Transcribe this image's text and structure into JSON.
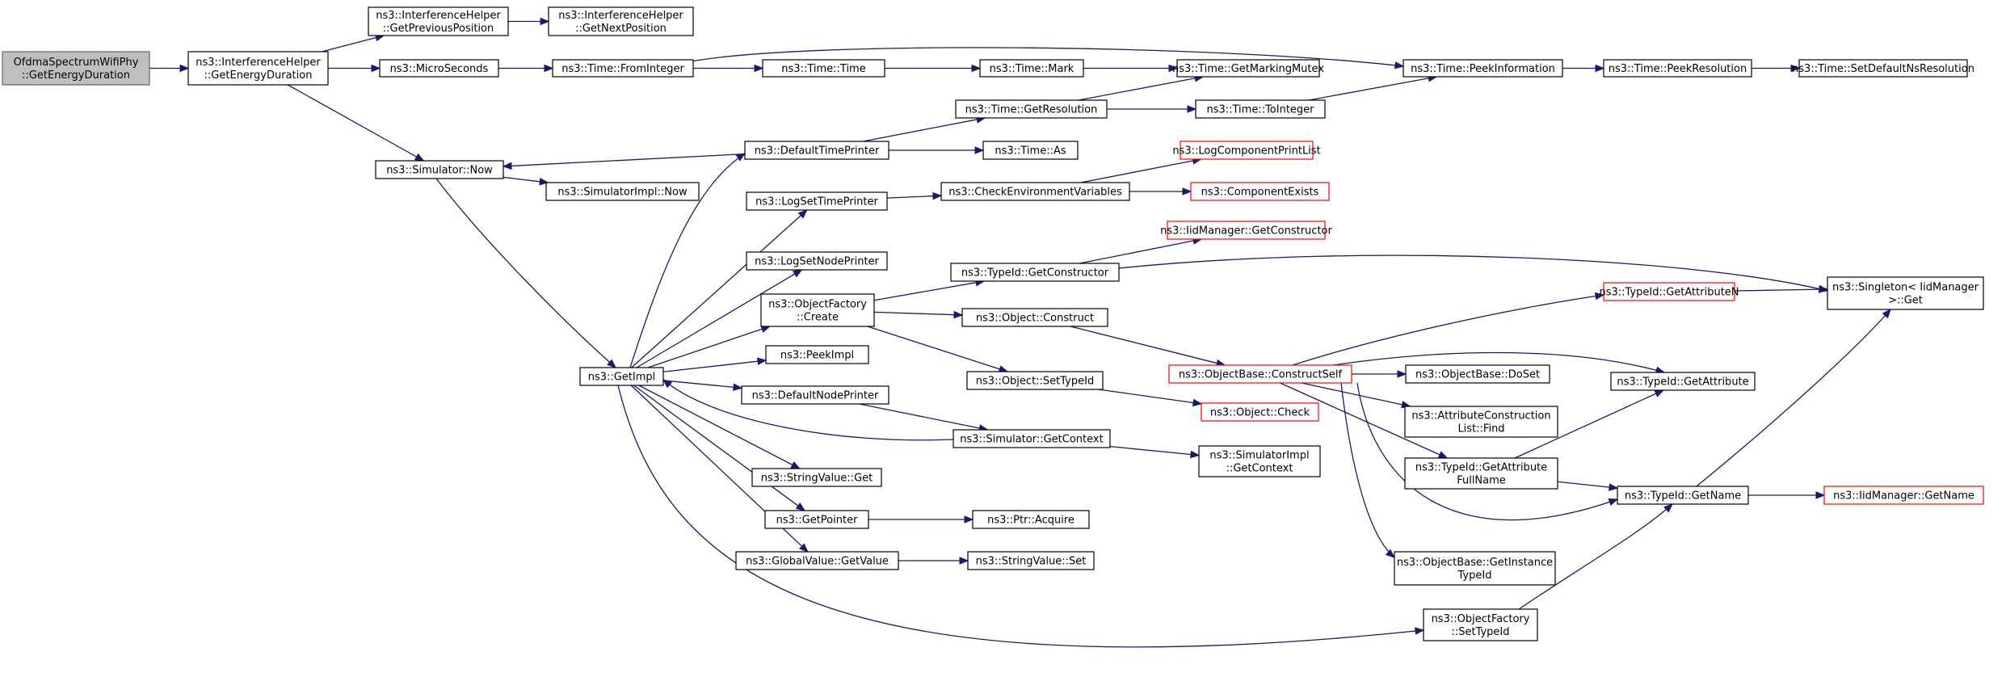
{
  "graph": {
    "nodes": [
      {
        "id": "root",
        "lines": [
          "OfdmaSpectrumWifiPhy",
          "::GetEnergyDuration"
        ],
        "kind": "root"
      },
      {
        "id": "ih_ged",
        "lines": [
          "ns3::InterferenceHelper",
          "::GetEnergyDuration"
        ],
        "kind": "normal"
      },
      {
        "id": "ih_gpp",
        "lines": [
          "ns3::InterferenceHelper",
          "::GetPreviousPosition"
        ],
        "kind": "normal"
      },
      {
        "id": "ih_gnp",
        "lines": [
          "ns3::InterferenceHelper",
          "::GetNextPosition"
        ],
        "kind": "normal"
      },
      {
        "id": "microsec",
        "lines": [
          "ns3::MicroSeconds"
        ],
        "kind": "normal"
      },
      {
        "id": "fromint",
        "lines": [
          "ns3::Time::FromInteger"
        ],
        "kind": "normal"
      },
      {
        "id": "time",
        "lines": [
          "ns3::Time::Time"
        ],
        "kind": "normal"
      },
      {
        "id": "mark",
        "lines": [
          "ns3::Time::Mark"
        ],
        "kind": "normal"
      },
      {
        "id": "gmm",
        "lines": [
          "ns3::Time::GetMarkingMutex"
        ],
        "kind": "normal"
      },
      {
        "id": "peekinfo",
        "lines": [
          "ns3::Time::PeekInformation"
        ],
        "kind": "normal"
      },
      {
        "id": "peekres",
        "lines": [
          "ns3::Time::PeekResolution"
        ],
        "kind": "normal"
      },
      {
        "id": "setdefns",
        "lines": [
          "ns3::Time::SetDefaultNsResolution"
        ],
        "kind": "normal"
      },
      {
        "id": "getres",
        "lines": [
          "ns3::Time::GetResolution"
        ],
        "kind": "normal"
      },
      {
        "id": "toint",
        "lines": [
          "ns3::Time::ToInteger"
        ],
        "kind": "normal"
      },
      {
        "id": "as",
        "lines": [
          "ns3::Time::As"
        ],
        "kind": "normal"
      },
      {
        "id": "simnow",
        "lines": [
          "ns3::Simulator::Now"
        ],
        "kind": "normal"
      },
      {
        "id": "simimplnow",
        "lines": [
          "ns3::SimulatorImpl::Now"
        ],
        "kind": "normal"
      },
      {
        "id": "deftp",
        "lines": [
          "ns3::DefaultTimePrinter"
        ],
        "kind": "normal"
      },
      {
        "id": "logcpl",
        "lines": [
          "ns3::LogComponentPrintList"
        ],
        "kind": "trunc"
      },
      {
        "id": "logstp",
        "lines": [
          "ns3::LogSetTimePrinter"
        ],
        "kind": "normal"
      },
      {
        "id": "checkenv",
        "lines": [
          "ns3::CheckEnvironmentVariables"
        ],
        "kind": "normal"
      },
      {
        "id": "compex",
        "lines": [
          "ns3::ComponentExists"
        ],
        "kind": "trunc"
      },
      {
        "id": "iid_getctor",
        "lines": [
          "ns3::IidManager::GetConstructor"
        ],
        "kind": "trunc"
      },
      {
        "id": "logsnp",
        "lines": [
          "ns3::LogSetNodePrinter"
        ],
        "kind": "normal"
      },
      {
        "id": "tid_getctor",
        "lines": [
          "ns3::TypeId::GetConstructor"
        ],
        "kind": "normal"
      },
      {
        "id": "singleton",
        "lines": [
          "ns3::Singleton< IidManager",
          " >::Get"
        ],
        "kind": "normal"
      },
      {
        "id": "of_create",
        "lines": [
          "ns3::ObjectFactory",
          "::Create"
        ],
        "kind": "normal"
      },
      {
        "id": "obj_construct",
        "lines": [
          "ns3::Object::Construct"
        ],
        "kind": "normal"
      },
      {
        "id": "tid_getattrn",
        "lines": [
          "ns3::TypeId::GetAttributeN"
        ],
        "kind": "trunc"
      },
      {
        "id": "peekimpl",
        "lines": [
          "ns3::PeekImpl"
        ],
        "kind": "normal"
      },
      {
        "id": "getimpl",
        "lines": [
          "ns3::GetImpl"
        ],
        "kind": "normal"
      },
      {
        "id": "obj_settid",
        "lines": [
          "ns3::Object::SetTypeId"
        ],
        "kind": "normal"
      },
      {
        "id": "ob_cself",
        "lines": [
          "ns3::ObjectBase::ConstructSelf"
        ],
        "kind": "trunc"
      },
      {
        "id": "ob_doset",
        "lines": [
          "ns3::ObjectBase::DoSet"
        ],
        "kind": "normal"
      },
      {
        "id": "tid_getattr",
        "lines": [
          "ns3::TypeId::GetAttribute"
        ],
        "kind": "normal"
      },
      {
        "id": "defnp",
        "lines": [
          "ns3::DefaultNodePrinter"
        ],
        "kind": "normal"
      },
      {
        "id": "obj_check",
        "lines": [
          "ns3::Object::Check"
        ],
        "kind": "trunc"
      },
      {
        "id": "acl_find",
        "lines": [
          "ns3::AttributeConstruction",
          "List::Find"
        ],
        "kind": "normal"
      },
      {
        "id": "sim_getctx",
        "lines": [
          "ns3::Simulator::GetContext"
        ],
        "kind": "normal"
      },
      {
        "id": "simimpl_getctx",
        "lines": [
          "ns3::SimulatorImpl",
          "::GetContext"
        ],
        "kind": "normal"
      },
      {
        "id": "tid_getattrfn",
        "lines": [
          "ns3::TypeId::GetAttribute",
          "FullName"
        ],
        "kind": "normal"
      },
      {
        "id": "tid_getname",
        "lines": [
          "ns3::TypeId::GetName"
        ],
        "kind": "normal"
      },
      {
        "id": "iid_getname",
        "lines": [
          "ns3::IidManager::GetName"
        ],
        "kind": "trunc"
      },
      {
        "id": "strval_get",
        "lines": [
          "ns3::StringValue::Get"
        ],
        "kind": "normal"
      },
      {
        "id": "getptr",
        "lines": [
          "ns3::GetPointer"
        ],
        "kind": "normal"
      },
      {
        "id": "ptr_acquire",
        "lines": [
          "ns3::Ptr::Acquire"
        ],
        "kind": "normal"
      },
      {
        "id": "gv_getvalue",
        "lines": [
          "ns3::GlobalValue::GetValue"
        ],
        "kind": "normal"
      },
      {
        "id": "strval_set",
        "lines": [
          "ns3::StringValue::Set"
        ],
        "kind": "normal"
      },
      {
        "id": "ob_getinsttid",
        "lines": [
          "ns3::ObjectBase::GetInstance",
          "TypeId"
        ],
        "kind": "normal"
      },
      {
        "id": "of_settid",
        "lines": [
          "ns3::ObjectFactory",
          "::SetTypeId"
        ],
        "kind": "normal"
      }
    ],
    "edges": [
      [
        "root",
        "ih_ged"
      ],
      [
        "ih_ged",
        "ih_gpp"
      ],
      [
        "ih_gpp",
        "ih_gnp"
      ],
      [
        "ih_ged",
        "microsec"
      ],
      [
        "ih_ged",
        "simnow"
      ],
      [
        "microsec",
        "fromint"
      ],
      [
        "fromint",
        "time"
      ],
      [
        "fromint",
        "peekinfo"
      ],
      [
        "time",
        "mark"
      ],
      [
        "mark",
        "gmm"
      ],
      [
        "peekinfo",
        "peekres"
      ],
      [
        "peekres",
        "setdefns"
      ],
      [
        "getres",
        "gmm"
      ],
      [
        "getres",
        "toint"
      ],
      [
        "toint",
        "peekinfo"
      ],
      [
        "deftp",
        "getres"
      ],
      [
        "deftp",
        "as"
      ],
      [
        "deftp",
        "simnow"
      ],
      [
        "simnow",
        "simimplnow"
      ],
      [
        "simnow",
        "getimpl"
      ],
      [
        "checkenv",
        "logcpl"
      ],
      [
        "checkenv",
        "compex"
      ],
      [
        "logstp",
        "checkenv"
      ],
      [
        "tid_getctor",
        "iid_getctor"
      ],
      [
        "tid_getctor",
        "singleton"
      ],
      [
        "of_create",
        "tid_getctor"
      ],
      [
        "of_create",
        "obj_construct"
      ],
      [
        "of_create",
        "obj_settid"
      ],
      [
        "obj_construct",
        "ob_cself"
      ],
      [
        "obj_settid",
        "obj_check"
      ],
      [
        "ob_cself",
        "tid_getattrn"
      ],
      [
        "ob_cself",
        "ob_doset"
      ],
      [
        "ob_cself",
        "tid_getattr"
      ],
      [
        "ob_cself",
        "acl_find"
      ],
      [
        "ob_cself",
        "tid_getattrfn"
      ],
      [
        "ob_cself",
        "tid_getname"
      ],
      [
        "ob_cself",
        "ob_getinsttid"
      ],
      [
        "tid_getattrn",
        "singleton"
      ],
      [
        "tid_getattrfn",
        "tid_getattr"
      ],
      [
        "tid_getattrfn",
        "tid_getname"
      ],
      [
        "tid_getname",
        "singleton"
      ],
      [
        "tid_getname",
        "iid_getname"
      ],
      [
        "getimpl",
        "deftp"
      ],
      [
        "getimpl",
        "logstp"
      ],
      [
        "getimpl",
        "logsnp"
      ],
      [
        "getimpl",
        "of_create"
      ],
      [
        "getimpl",
        "peekimpl"
      ],
      [
        "getimpl",
        "defnp"
      ],
      [
        "getimpl",
        "strval_get"
      ],
      [
        "getimpl",
        "getptr"
      ],
      [
        "getimpl",
        "gv_getvalue"
      ],
      [
        "getimpl",
        "of_settid"
      ],
      [
        "defnp",
        "sim_getctx"
      ],
      [
        "sim_getctx",
        "getimpl"
      ],
      [
        "sim_getctx",
        "simimpl_getctx"
      ],
      [
        "getptr",
        "ptr_acquire"
      ],
      [
        "gv_getvalue",
        "strval_set"
      ],
      [
        "of_settid",
        "tid_getname"
      ]
    ]
  },
  "colors": {
    "edge": "#191970",
    "node_border": "#000000",
    "truncated_border": "#ff0000",
    "root_fill": "#bfbfbf",
    "root_border": "#666666"
  }
}
